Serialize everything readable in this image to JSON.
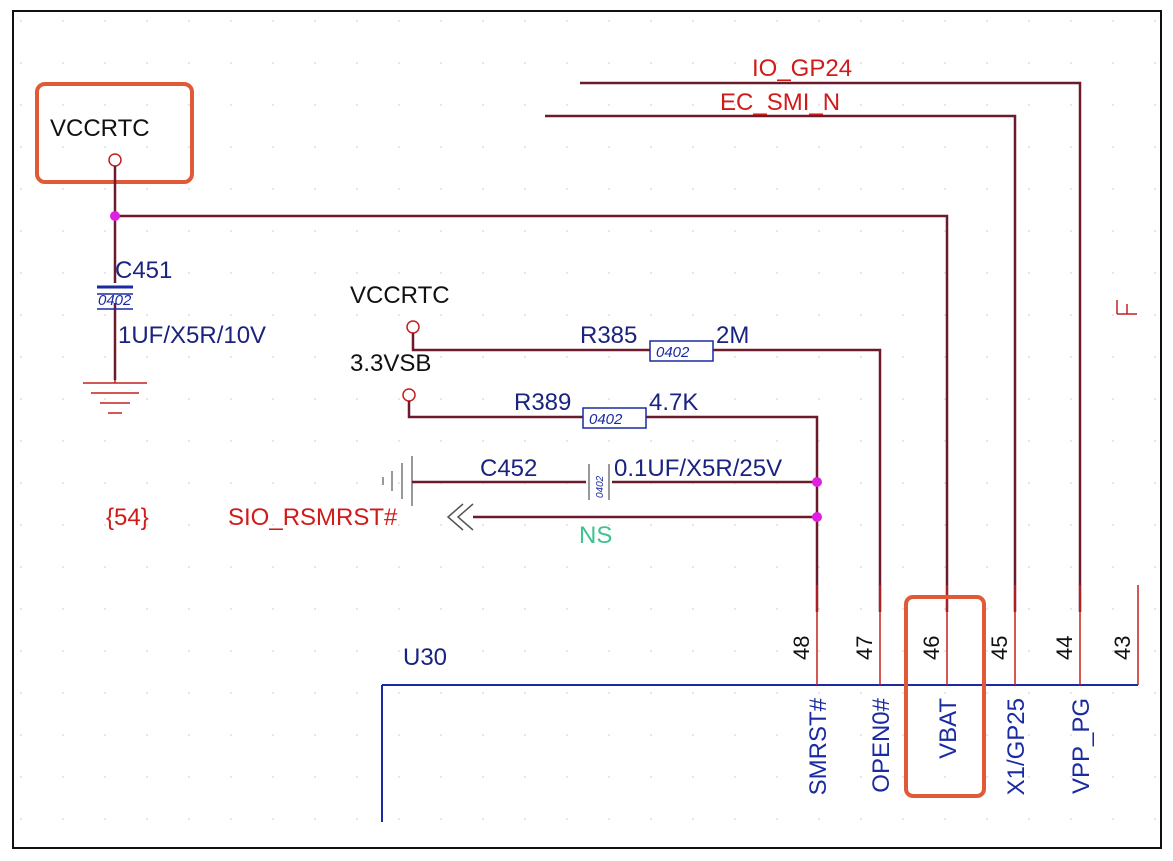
{
  "nets": {
    "vccrtc_top": "VCCRTC",
    "vccrtc_mid": "VCCRTC",
    "v33sb": "3.3VSB",
    "io_gp24": "IO_GP24",
    "ec_smi_n": "EC_SMI_N",
    "sio_rsmrst": "SIO_RSMRST#",
    "page_ref": "{54}"
  },
  "components": {
    "c451": {
      "ref": "C451",
      "package": "0402",
      "value": "1UF/X5R/10V"
    },
    "r385": {
      "ref": "R385",
      "package": "0402",
      "value": "2M"
    },
    "r389": {
      "ref": "R389",
      "package": "0402",
      "value": "4.7K"
    },
    "c452": {
      "ref": "C452",
      "package": "0402",
      "value": "0.1UF/X5R/25V",
      "note": "NS"
    }
  },
  "ic": {
    "ref": "U30",
    "pins": [
      {
        "number": "48",
        "name": "SMRST#"
      },
      {
        "number": "47",
        "name": "OPEN0#"
      },
      {
        "number": "46",
        "name": "VBAT"
      },
      {
        "number": "45",
        "name": "X1/GP25"
      },
      {
        "number": "44",
        "name": "VPP_PG"
      },
      {
        "number": "43",
        "name": ""
      }
    ]
  },
  "colors": {
    "wire": "#6b1c2c",
    "junction": "#e020e0",
    "highlight": "#e05a38",
    "net_label": "#d11a1a",
    "component_text": "#1a237e",
    "ns_text": "#3cc48e"
  }
}
